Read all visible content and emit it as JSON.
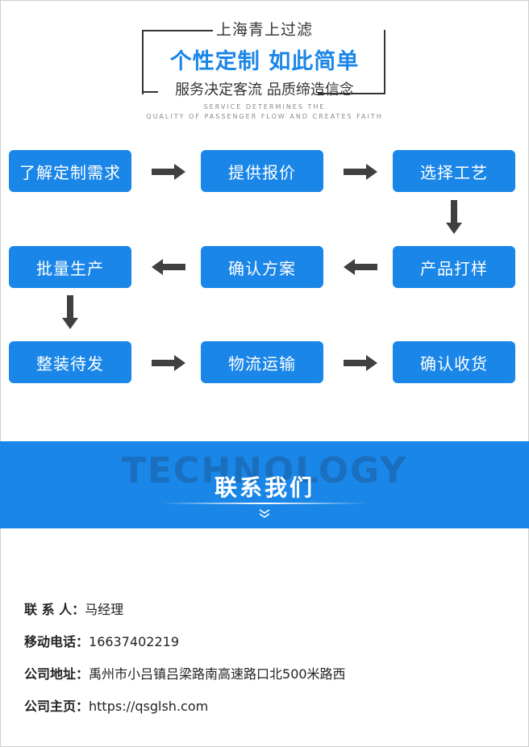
{
  "header": {
    "brand": "上海青上过滤",
    "slogan": "个性定制  如此简单",
    "subtitle": "服务决定客流   品质缔造信念",
    "en_line1": "SERVICE DETERMINES THE",
    "en_line2": "QUALITY OF PASSENGER FLOW AND CREATES FAITH"
  },
  "process": {
    "steps": [
      "了解定制需求",
      "提供报价",
      "选择工艺",
      "产品打样",
      "确认方案",
      "批量生产",
      "整装待发",
      "物流运输",
      "确认收货"
    ]
  },
  "banner": {
    "bg_text": "TECHNOLOGY",
    "title": "联系我们"
  },
  "contact": {
    "person_label": "联 系 人：",
    "person_value": "马经理",
    "phone_label": "移动电话：",
    "phone_value": "16637402219",
    "address_label": "公司地址：",
    "address_value": "禹州市小吕镇吕梁路南高速路口北500米路西",
    "homepage_label": "公司主页：",
    "homepage_value": "https://qsglsh.com"
  },
  "colors": {
    "accent": "#1a86e8",
    "arrow": "#404040"
  },
  "icons": {
    "arrow": "arrow-icon",
    "chevron": "double-chevron-down-icon"
  }
}
